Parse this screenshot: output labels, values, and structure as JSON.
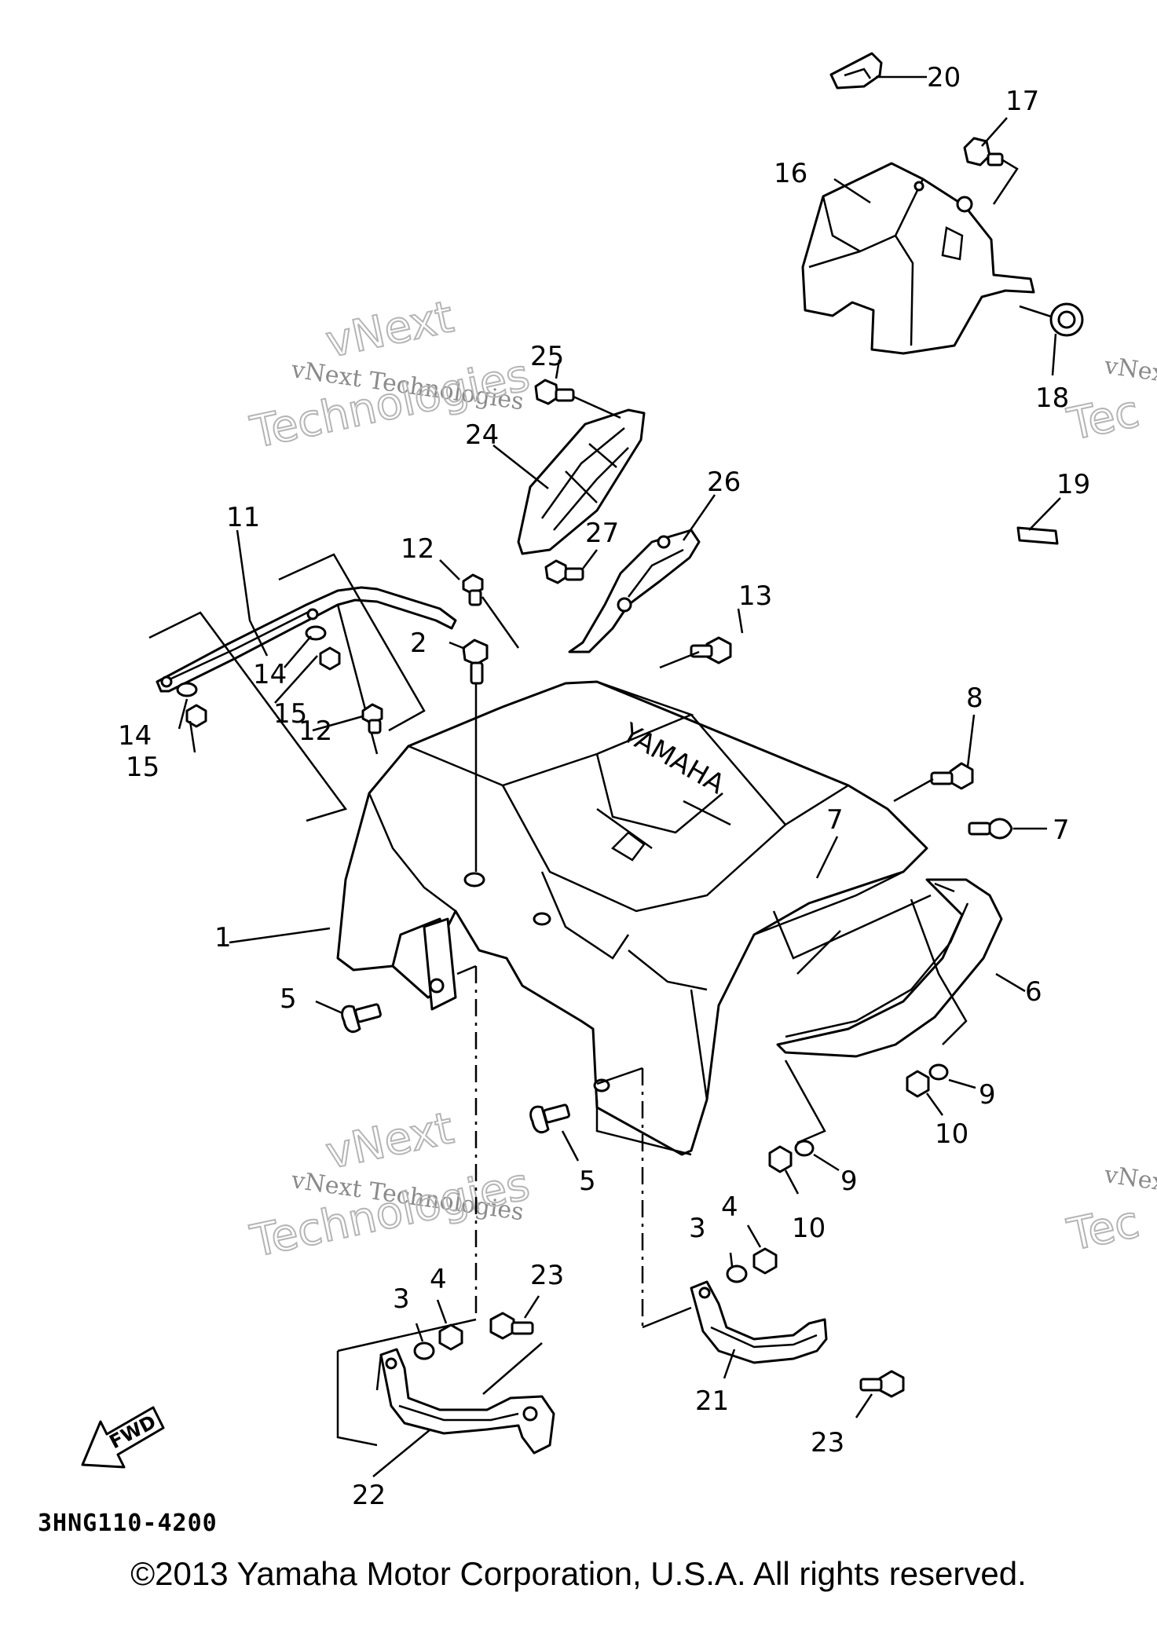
{
  "diagram": {
    "code": "3HNG110-4200",
    "brand_mark": "YAMAHA",
    "fwd_label": "FWD",
    "copyright": "©2013 Yamaha Motor Corporation, U.S.A. All rights reserved.",
    "watermark": {
      "line": "vNext Technologies",
      "big_top": "vNext",
      "big_bottom": "Technologies",
      "edge_small": "vNex",
      "edge_big": "Tec"
    },
    "callouts": [
      "1",
      "2",
      "3",
      "3",
      "4",
      "4",
      "5",
      "5",
      "6",
      "7",
      "7",
      "8",
      "9",
      "9",
      "10",
      "10",
      "11",
      "12",
      "12",
      "13",
      "14",
      "14",
      "15",
      "15",
      "16",
      "17",
      "18",
      "19",
      "20",
      "21",
      "22",
      "23",
      "23",
      "24",
      "25",
      "26",
      "27"
    ]
  }
}
